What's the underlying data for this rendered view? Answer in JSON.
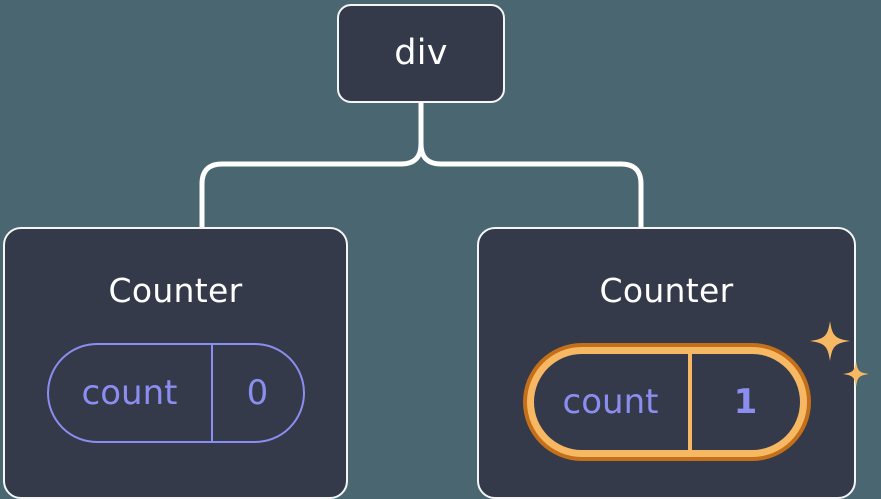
{
  "theme": {
    "background": "#4a6670",
    "node_fill": "#343a49",
    "node_border": "#f3f5f7",
    "edge_color": "#ffffff",
    "title_text": "#ffffff",
    "state_accent": "#8b8ef0",
    "highlight_outer_ring": "#c4701a",
    "highlight_inner_ring": "#f7b863",
    "sparkle_color": "#f7b863"
  },
  "tree": {
    "root": {
      "label": "div"
    },
    "children": [
      {
        "title": "Counter",
        "highlighted": false,
        "state": {
          "key": "count",
          "value": "0"
        }
      },
      {
        "title": "Counter",
        "highlighted": true,
        "state": {
          "key": "count",
          "value": "1"
        },
        "sparkles": 2
      }
    ]
  }
}
